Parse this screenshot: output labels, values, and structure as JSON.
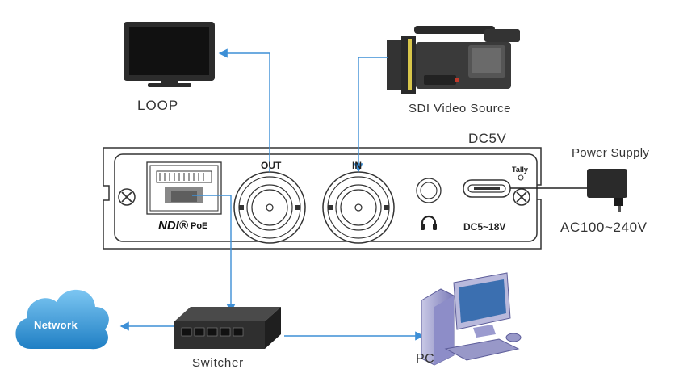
{
  "labels": {
    "loop": "LOOP",
    "sdi_source": "SDI Video Source",
    "dc5v": "DC5V",
    "power_supply": "Power Supply",
    "ac_range": "AC100~240V",
    "switcher": "Switcher",
    "pc": "PC",
    "network": "Network"
  },
  "panel": {
    "out": "OUT",
    "in": "IN",
    "tally": "Tally",
    "dc_range": "DC5~18V",
    "ndi": "NDI®",
    "poe": "PoE"
  },
  "colors": {
    "connector_line": "#3d8fd6",
    "cable": "#222222",
    "cloud": "#2f97d9",
    "panel_outline": "#333333"
  },
  "icons": [
    "monitor-icon",
    "camcorder-icon",
    "power-adapter-icon",
    "network-cloud-icon",
    "switch-icon",
    "pc-icon",
    "headphone-icon",
    "screw-icon"
  ]
}
